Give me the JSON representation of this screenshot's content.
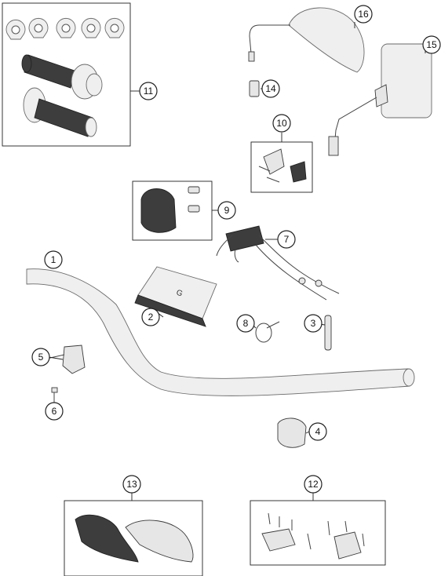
{
  "callouts": [
    {
      "id": "1",
      "label": "1"
    },
    {
      "id": "2",
      "label": "2"
    },
    {
      "id": "3",
      "label": "3"
    },
    {
      "id": "4",
      "label": "4"
    },
    {
      "id": "5",
      "label": "5"
    },
    {
      "id": "6",
      "label": "6"
    },
    {
      "id": "7",
      "label": "7"
    },
    {
      "id": "8",
      "label": "8"
    },
    {
      "id": "9",
      "label": "9"
    },
    {
      "id": "10",
      "label": "10"
    },
    {
      "id": "11",
      "label": "11"
    },
    {
      "id": "12",
      "label": "12"
    },
    {
      "id": "13",
      "label": "13"
    },
    {
      "id": "14",
      "label": "14"
    },
    {
      "id": "15",
      "label": "15"
    },
    {
      "id": "16",
      "label": "16"
    }
  ],
  "colors": {
    "outline": "#222222",
    "part_fill": "#e6e6e6",
    "grip_dark": "#3d3d3d",
    "background": "#ffffff"
  }
}
